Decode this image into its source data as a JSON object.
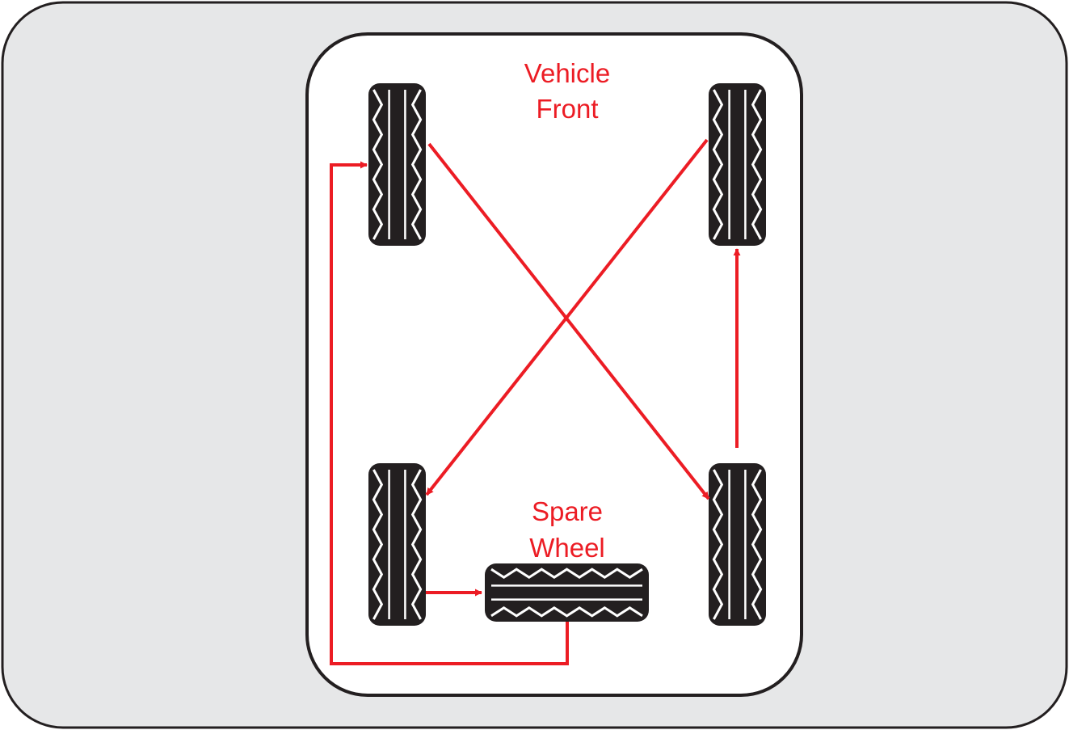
{
  "labels": {
    "front_line1": "Vehicle",
    "front_line2": "Front",
    "spare_line1": "Spare",
    "spare_line2": "Wheel"
  },
  "colors": {
    "background": "#e6e7e8",
    "vehicle_body": "#ffffff",
    "outline": "#231f20",
    "arrow": "#ec1c24",
    "tire": "#231f20",
    "tread": "#ffffff"
  },
  "icons": {
    "tire": "tire-icon",
    "spare_tire": "spare-tire-icon"
  }
}
